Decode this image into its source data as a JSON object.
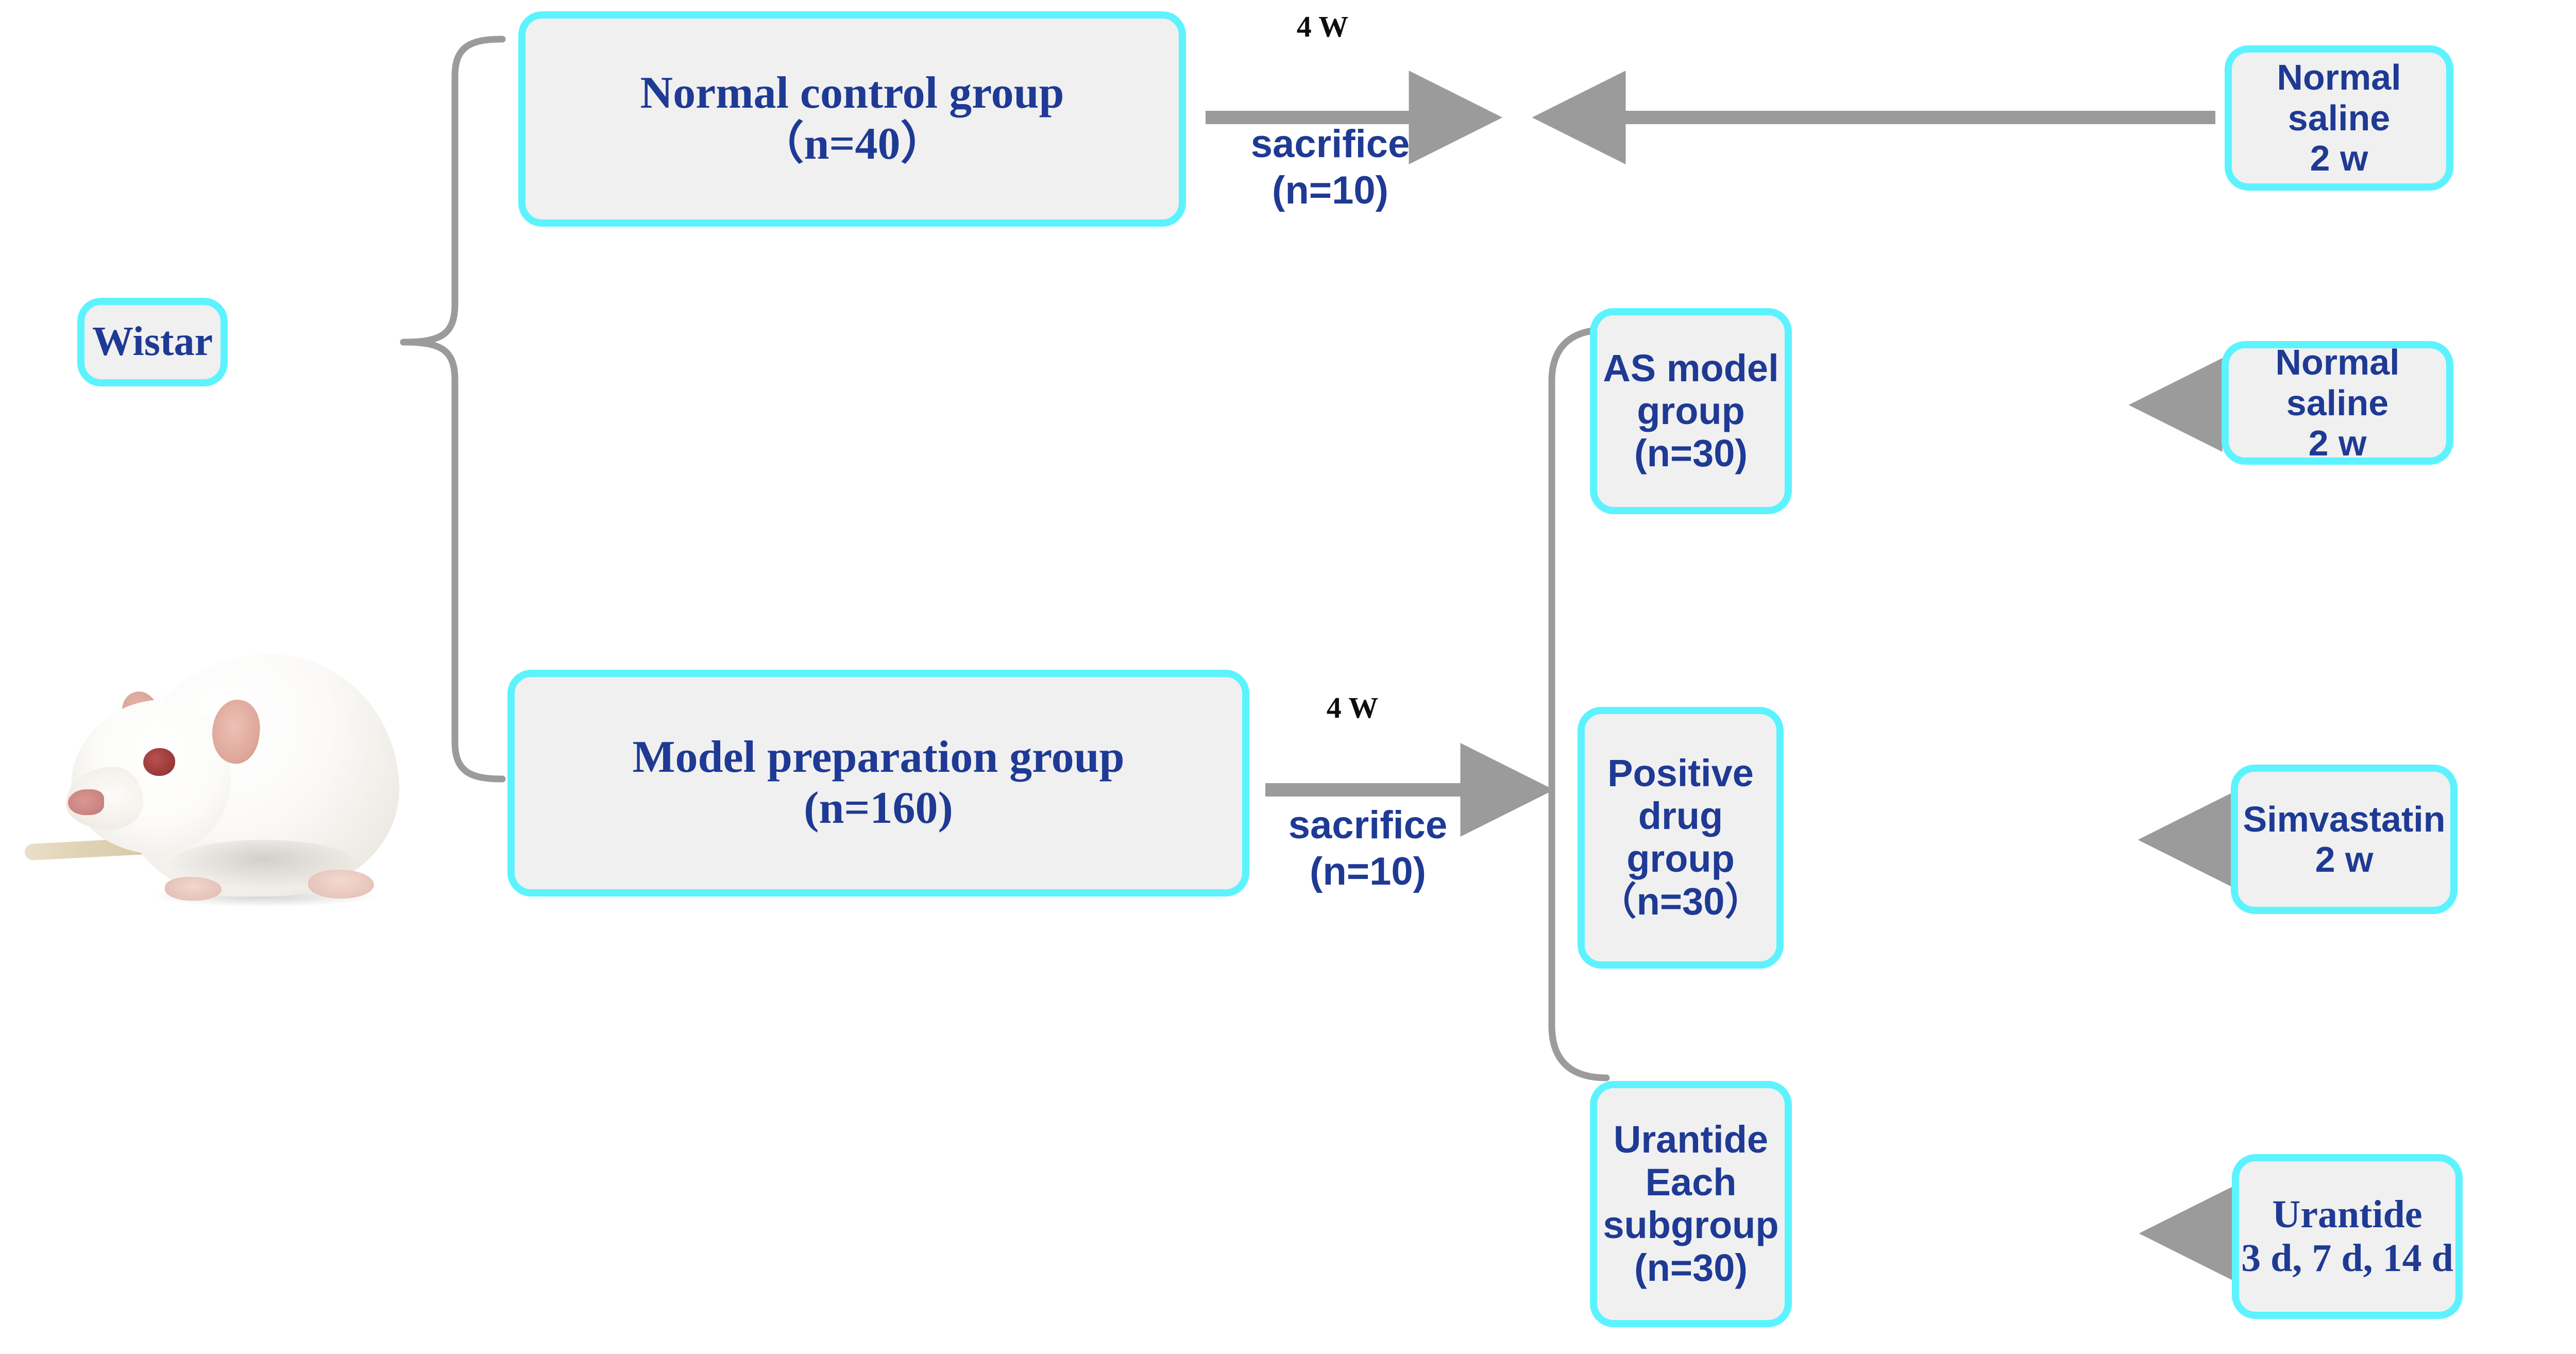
{
  "diagram": {
    "title": "Wistar rat atherosclerosis experimental grouping flow",
    "colors": {
      "box_border": "#5cf3ff",
      "box_fill": "#f0f0f0",
      "box_text": "#1e3a94",
      "connector": "#9e9e9e",
      "week_label_text": "#0d0d0d"
    }
  },
  "nodes": {
    "source": {
      "label": "Wistar"
    },
    "normal_control": {
      "label": "Normal control group\n（n=40）"
    },
    "model_preparation": {
      "label": "Model preparation group\n(n=160)"
    },
    "as_model": {
      "label": "AS model group\n(n=30)"
    },
    "positive_drug": {
      "label": "Positive drug\ngroup （n=30）"
    },
    "urantide_group": {
      "label": "Urantide\nEach subgroup\n(n=30)"
    },
    "saline_top": {
      "label": "Normal saline\n2 w"
    },
    "saline_mid": {
      "label": "Normal saline\n2 w"
    },
    "simvastatin": {
      "label": "Simvastatin\n2 w"
    },
    "urantide_dose": {
      "label": "Urantide\n3 d, 7 d, 14 d"
    }
  },
  "edges": {
    "top_sacrifice": {
      "duration": "4 W",
      "action": "sacrifice\n(n=10)"
    },
    "bottom_sacrifice": {
      "duration": "4 W",
      "action": "sacrifice\n(n=10)"
    }
  },
  "photo": {
    "caption": "white Wistar laboratory rat"
  }
}
